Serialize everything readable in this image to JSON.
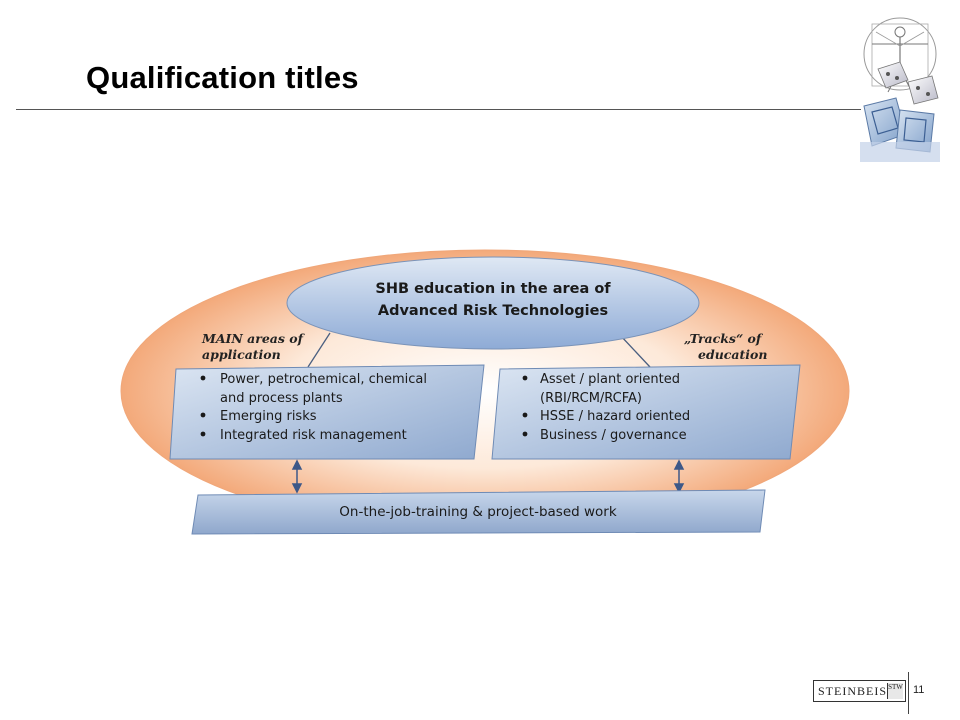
{
  "slide": {
    "title": "Qualification titles",
    "page_number": "11"
  },
  "diagram": {
    "center_label_line1": "SHB education in the area of",
    "center_label_line2": "Advanced Risk Technologies",
    "left_heading_line1": "MAIN areas of",
    "left_heading_line2": "application",
    "right_heading_line1": "„Tracks“ of",
    "right_heading_line2": "education",
    "left_items": [
      "Power, petrochemical, chemical",
      "and process plants",
      "Emerging risks",
      "Integrated risk management"
    ],
    "right_items": [
      "Asset / plant oriented",
      "(RBI/RCM/RCFA)",
      "HSSE / hazard oriented",
      "Business / governance"
    ],
    "bottom_label": "On-the-job-training & project-based work",
    "colors": {
      "outer_ellipse": "#f5b98e",
      "box_fill": "#a9c2e2",
      "text": "#1a1a1a"
    }
  },
  "footer": {
    "logo_text": "STEINBEIS",
    "logo_mark": "STW"
  }
}
